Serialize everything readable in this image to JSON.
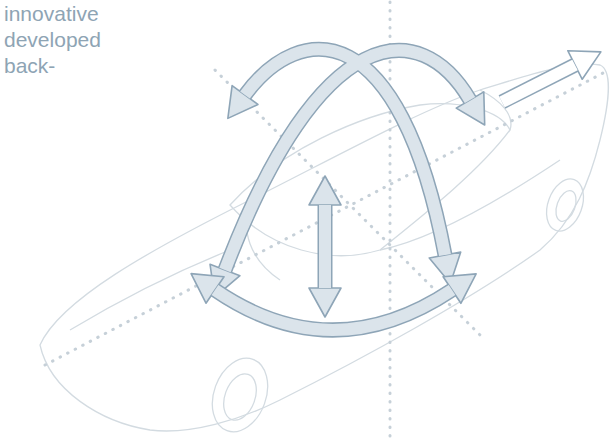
{
  "diagram": {
    "labels": [
      "innovative",
      "developed",
      "back-"
    ]
  }
}
